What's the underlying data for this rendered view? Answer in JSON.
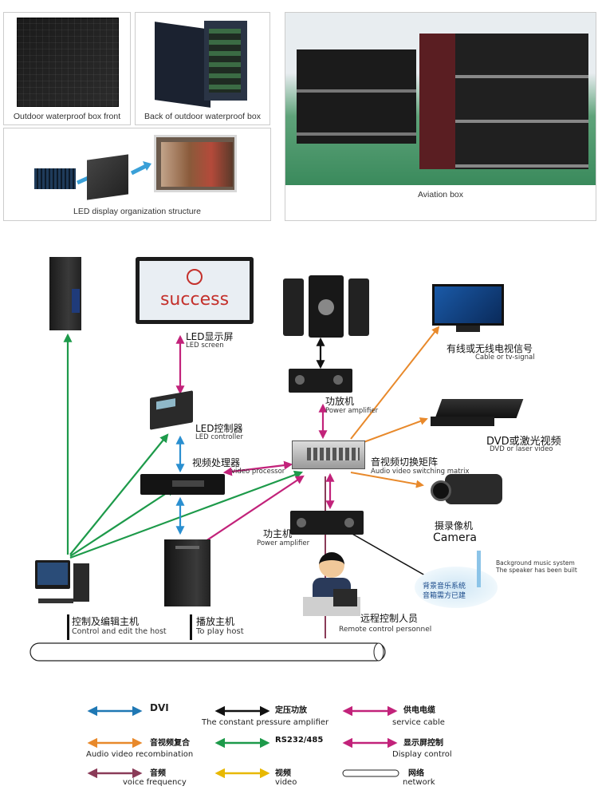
{
  "top": {
    "front_caption": "Outdoor waterproof box front",
    "back_caption": "Back of outdoor waterproof box",
    "structure_caption": "LED display organization structure",
    "aviation_caption": "Aviation box"
  },
  "devices": {
    "screen_text": "success",
    "led_screen_cn": "LED显示屏",
    "led_screen_en": "LED screen",
    "led_controller_cn": "LED控制器",
    "led_controller_en": "LED controller",
    "video_processor_cn": "视频处理器",
    "video_processor_en": "video processor",
    "power_amp_top_cn": "功放机",
    "power_amp_top_en": "Power amplifier",
    "matrix_cn": "音视频切换矩阵",
    "matrix_en": "Audio video switching matrix",
    "tv_signal_cn": "有线或无线电视信号",
    "tv_signal_en": "Cable or tv-signal",
    "dvd_cn": "DVD或激光视频",
    "dvd_en": "DVD or laser video",
    "camera_cn": "摄录像机",
    "camera_en": "Camera",
    "power_amp_bottom_cn": "功主机",
    "power_amp_bottom_en": "Power amplifier",
    "bg_music_cn_1": "背景音乐系统",
    "bg_music_cn_2": "音箱需方已建",
    "bg_music_en_1": "Background music system",
    "bg_music_en_2": "The speaker has been built",
    "control_host_cn": "控制及编辑主机",
    "control_host_en": "Control and edit the host",
    "play_host_cn": "播放主机",
    "play_host_en": "To play host",
    "remote_cn": "远程控制人员",
    "remote_en": "Remote control personnel"
  },
  "legend": [
    {
      "cn": "",
      "en": "DVI",
      "color": "#1f78b4"
    },
    {
      "cn": "定压功放",
      "en": "The constant pressure amplifier",
      "color": "#111111"
    },
    {
      "cn": "供电电缆",
      "en": "service cable",
      "color": "#c2227a"
    },
    {
      "cn": "音视频复合",
      "en": "Audio video recombination",
      "color": "#e8892b"
    },
    {
      "cn": "RS232/485",
      "en": "",
      "color": "#1d9a4a"
    },
    {
      "cn": "显示屏控制",
      "en": "Display control",
      "color": "#c2227a"
    },
    {
      "cn": "音频",
      "en": "voice frequency",
      "color": "#8a3b58"
    },
    {
      "cn": "视频",
      "en": "video",
      "color": "#e8b800"
    },
    {
      "cn": "网络",
      "en": "network",
      "color": "#ffffff"
    }
  ],
  "colors": {
    "dvi": "#1f78b4",
    "power": "#c2227a",
    "rs232": "#1d9a4a",
    "av": "#e8892b",
    "audio": "#8a3b58",
    "amp": "#111111"
  }
}
